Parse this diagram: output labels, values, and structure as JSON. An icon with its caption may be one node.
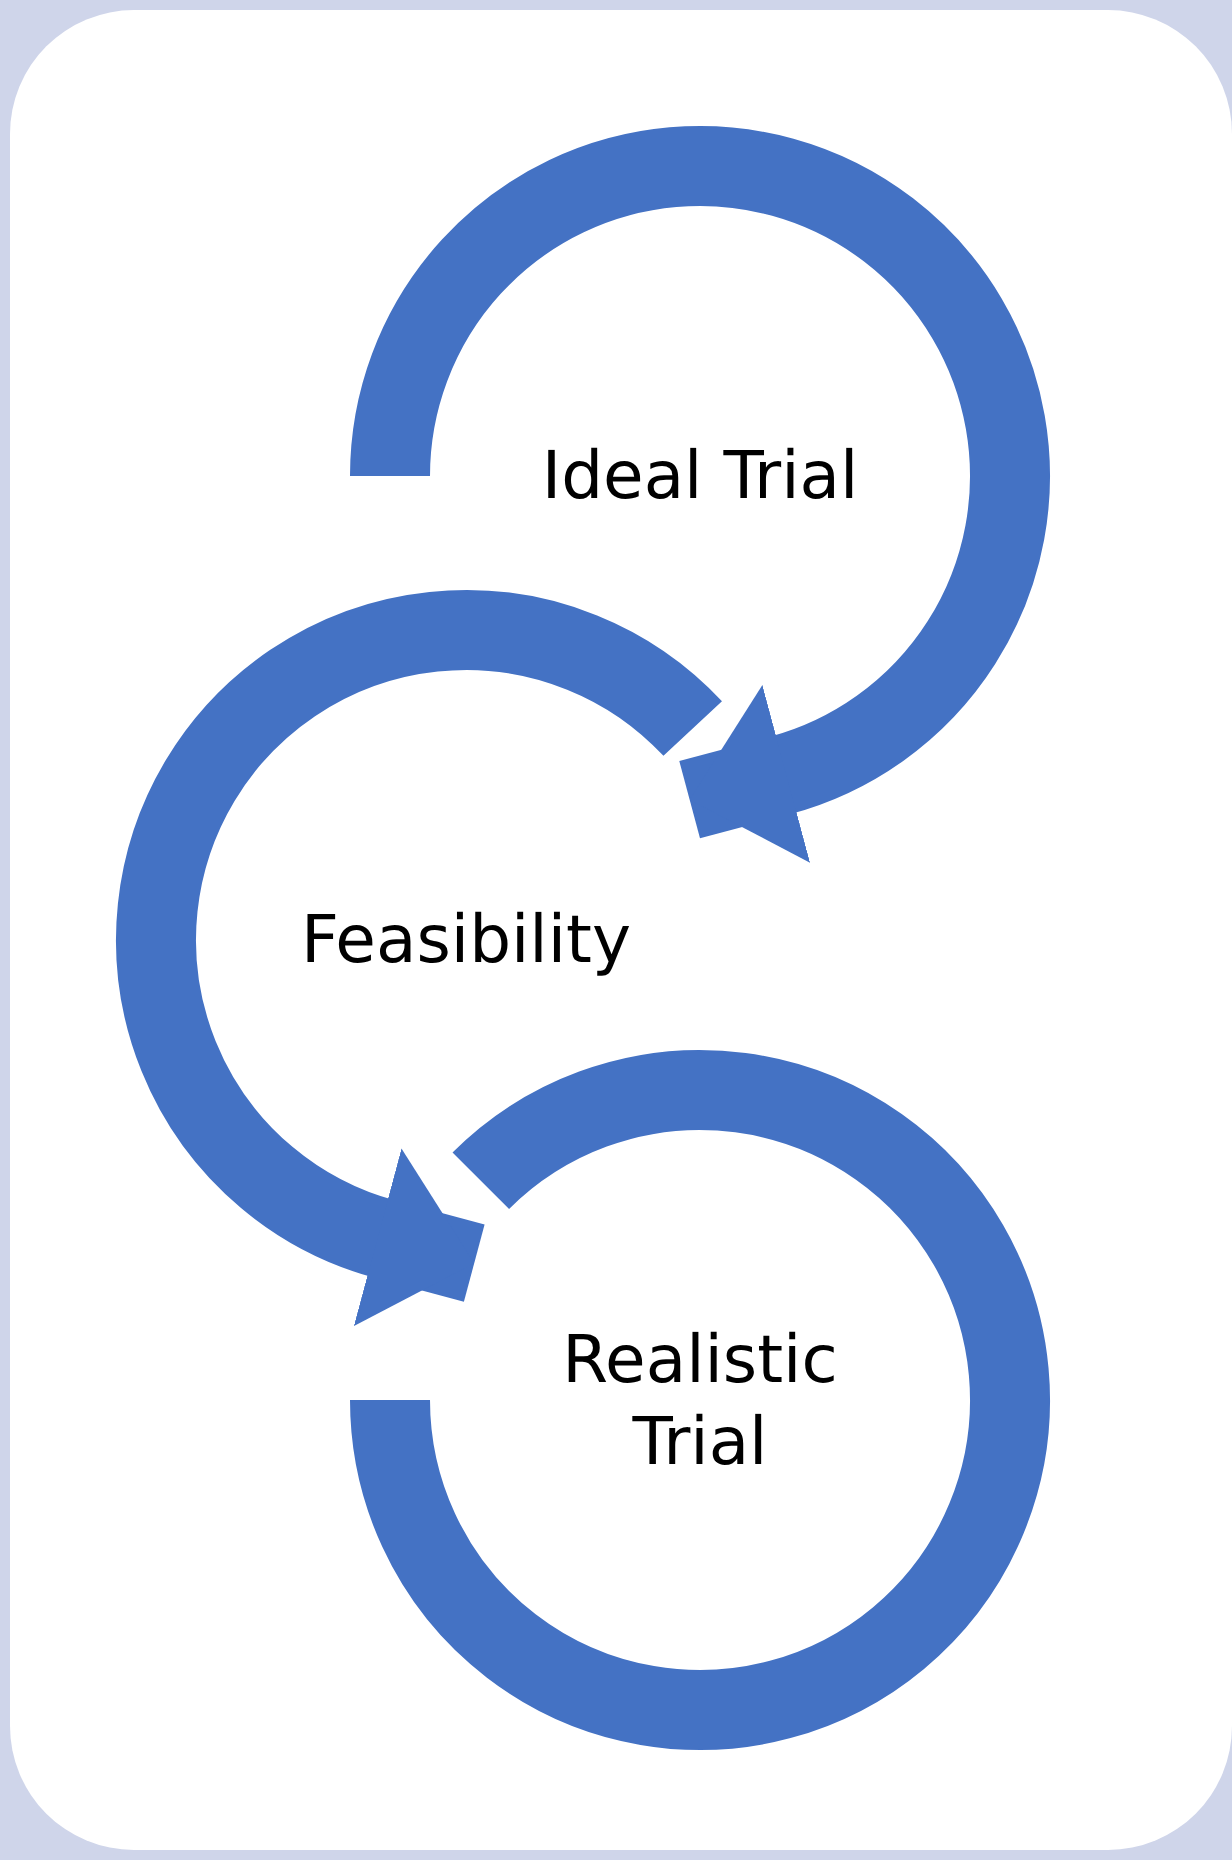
{
  "diagram": {
    "nodes": [
      {
        "text": [
          "Ideal Trial"
        ]
      },
      {
        "text": [
          "Feasibility"
        ]
      },
      {
        "text": [
          "Realistic Trial"
        ]
      }
    ],
    "edges": [
      {
        "from": 0,
        "to": 1,
        "arrow": "to"
      },
      {
        "from": 1,
        "to": 2,
        "arrow": "to"
      }
    ]
  }
}
